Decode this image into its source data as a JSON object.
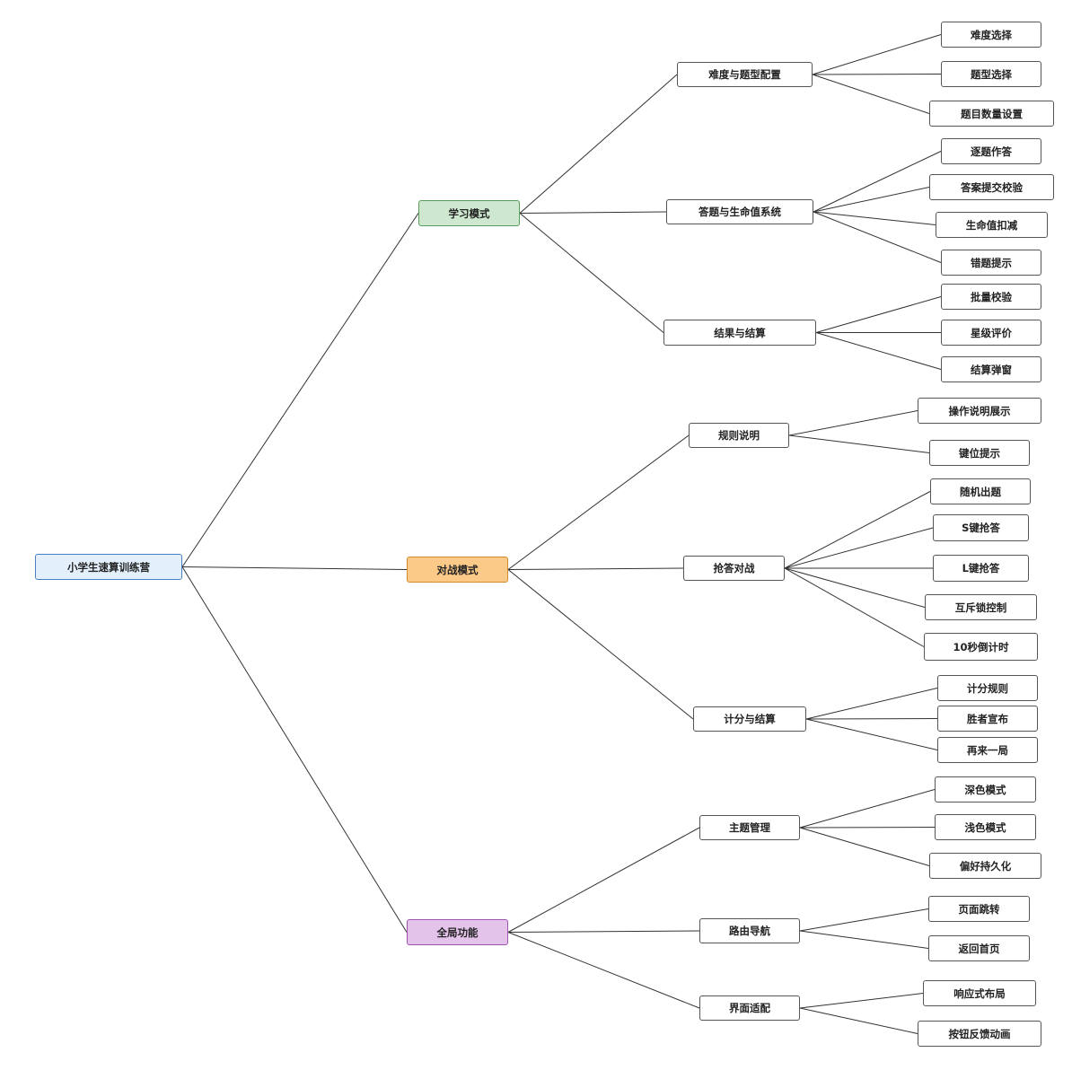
{
  "mindmap": {
    "root": "小学生速算训练营",
    "branches": [
      {
        "label": "学习模式",
        "children": [
          {
            "label": "难度与题型配置",
            "children": [
              "难度选择",
              "题型选择",
              "题目数量设置"
            ]
          },
          {
            "label": "答题与生命值系统",
            "children": [
              "逐题作答",
              "答案提交校验",
              "生命值扣减",
              "错题提示"
            ]
          },
          {
            "label": "结果与结算",
            "children": [
              "批量校验",
              "星级评价",
              "结算弹窗"
            ]
          }
        ]
      },
      {
        "label": "对战模式",
        "children": [
          {
            "label": "规则说明",
            "children": [
              "操作说明展示",
              "键位提示"
            ]
          },
          {
            "label": "抢答对战",
            "children": [
              "随机出题",
              "S键抢答",
              "L键抢答",
              "互斥锁控制",
              "10秒倒计时"
            ]
          },
          {
            "label": "计分与结算",
            "children": [
              "计分规则",
              "胜者宣布",
              "再来一局"
            ]
          }
        ]
      },
      {
        "label": "全局功能",
        "children": [
          {
            "label": "主题管理",
            "children": [
              "深色模式",
              "浅色模式",
              "偏好持久化"
            ]
          },
          {
            "label": "路由导航",
            "children": [
              "页面跳转",
              "返回首页"
            ]
          },
          {
            "label": "界面适配",
            "children": [
              "响应式布局",
              "按钮反馈动画"
            ]
          }
        ]
      }
    ]
  }
}
